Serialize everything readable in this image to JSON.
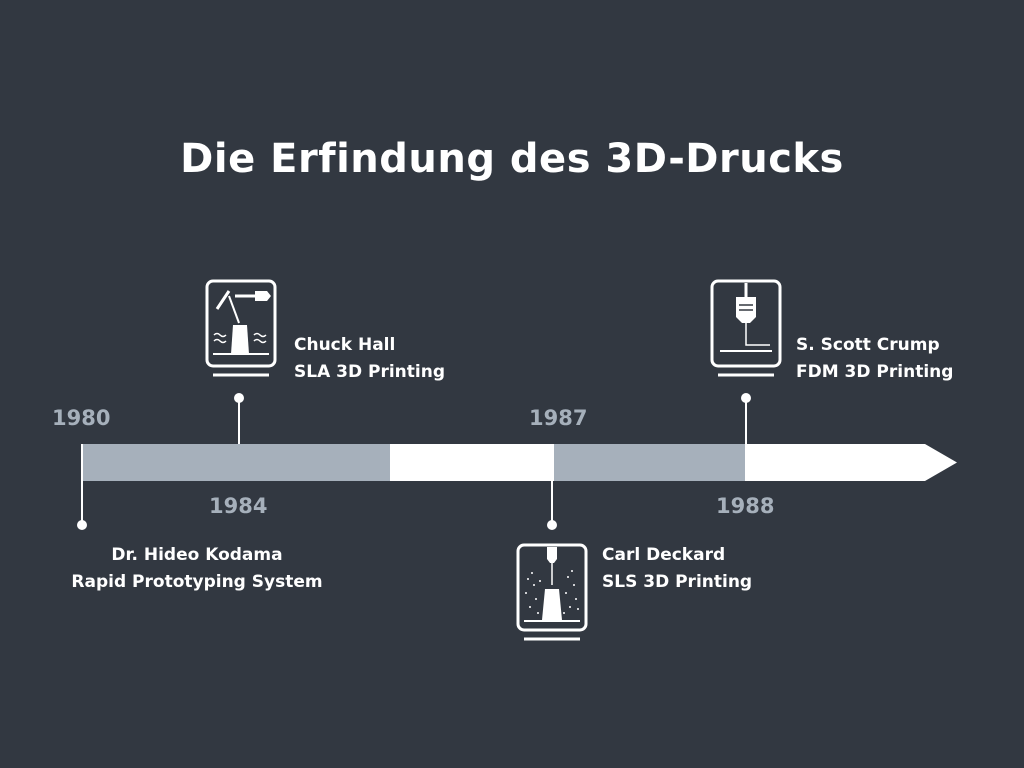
{
  "title": "Die Erfindung des 3D-Drucks",
  "years": {
    "y1980": "1980",
    "y1984": "1984",
    "y1987": "1987",
    "y1988": "1988"
  },
  "events": [
    {
      "name": "Dr. Hideo Kodama",
      "tech": "Rapid Prototyping System",
      "icon": "printer-icon"
    },
    {
      "name": "Chuck Hall",
      "tech": "SLA 3D Printing",
      "icon": "sla-printer-icon"
    },
    {
      "name": "Carl Deckard",
      "tech": "SLS 3D Printing",
      "icon": "sls-printer-icon"
    },
    {
      "name": "S. Scott Crump",
      "tech": "FDM 3D Printing",
      "icon": "fdm-printer-icon"
    }
  ],
  "colors": {
    "background": "#323841",
    "bar_grey": "#a6b0bb",
    "bar_white": "#ffffff",
    "year_text": "#a6b0bb",
    "text": "#ffffff"
  }
}
